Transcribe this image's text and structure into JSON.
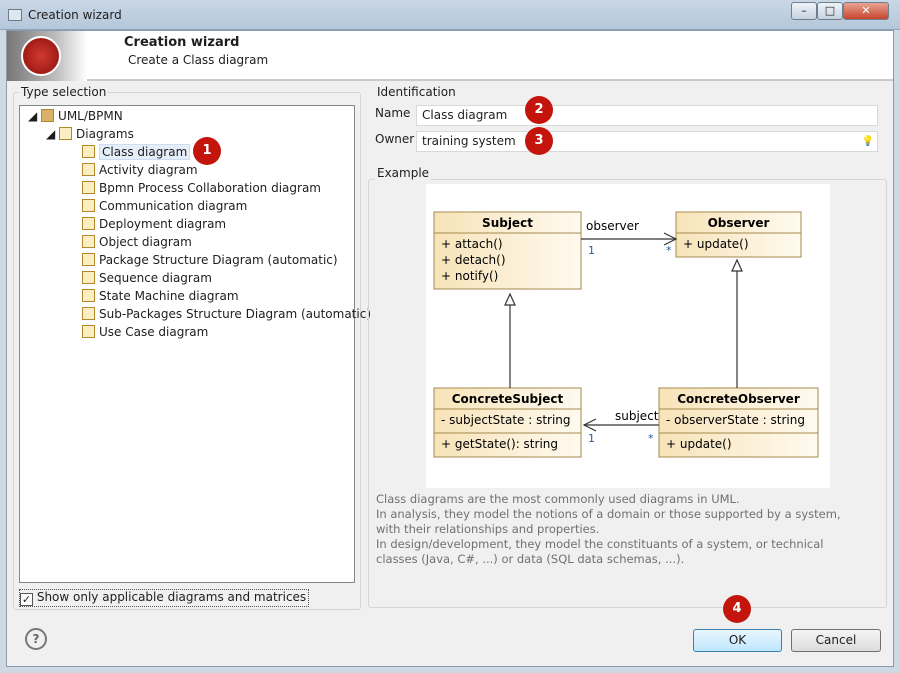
{
  "window": {
    "title": "Creation wizard",
    "controls": [
      "minimize",
      "maximize",
      "close"
    ]
  },
  "header": {
    "title": "Creation wizard",
    "subtitle": "Create a Class diagram"
  },
  "type_selection": {
    "label": "Type selection",
    "root": "UML/BPMN",
    "folder": "Diagrams",
    "items": [
      "Class diagram",
      "Activity diagram",
      "Bpmn Process Collaboration diagram",
      "Communication diagram",
      "Deployment diagram",
      "Object diagram",
      "Package Structure Diagram (automatic)",
      "Sequence diagram",
      "State Machine diagram",
      "Sub-Packages Structure Diagram (automatic)",
      "Use Case diagram"
    ],
    "selected": "Class diagram",
    "filter_checkbox": {
      "label": "Show only applicable diagrams and matrices",
      "checked": true
    }
  },
  "identification": {
    "label": "Identification",
    "name_label": "Name",
    "name_value": "Class diagram",
    "owner_label": "Owner",
    "owner_value": "training system"
  },
  "example": {
    "label": "Example",
    "classes": [
      {
        "name": "Subject",
        "attributes": [],
        "operations": [
          "+ attach()",
          "+ detach()",
          "+ notify()"
        ]
      },
      {
        "name": "Observer",
        "attributes": [],
        "operations": [
          "+ update()"
        ]
      },
      {
        "name": "ConcreteSubject",
        "attributes": [
          "- subjectState : string"
        ],
        "operations": [
          "+ getState(): string"
        ]
      },
      {
        "name": "ConcreteObserver",
        "attributes": [
          "- observerState : string"
        ],
        "operations": [
          "+ update()"
        ]
      }
    ],
    "associations": [
      {
        "role": "observer",
        "source_mult": "1",
        "target_mult": "*"
      },
      {
        "role": "subject",
        "source_mult": "*",
        "target_mult": "1"
      }
    ],
    "description": [
      "Class diagrams are the most commonly used diagrams in UML.",
      "In analysis, they model the notions of a domain or those supported by a system, with their relationships and properties.",
      "In design/development, they model the constituants of a system, or technical classes (Java, C#, ...) or data (SQL data schemas, ...)."
    ]
  },
  "footer": {
    "ok": "OK",
    "cancel": "Cancel",
    "help": "?"
  },
  "badges": [
    "1",
    "2",
    "3",
    "4"
  ],
  "colors": {
    "badge": "#c4150d",
    "class_fill": "#fbeccb",
    "class_border": "#a58a4e"
  }
}
